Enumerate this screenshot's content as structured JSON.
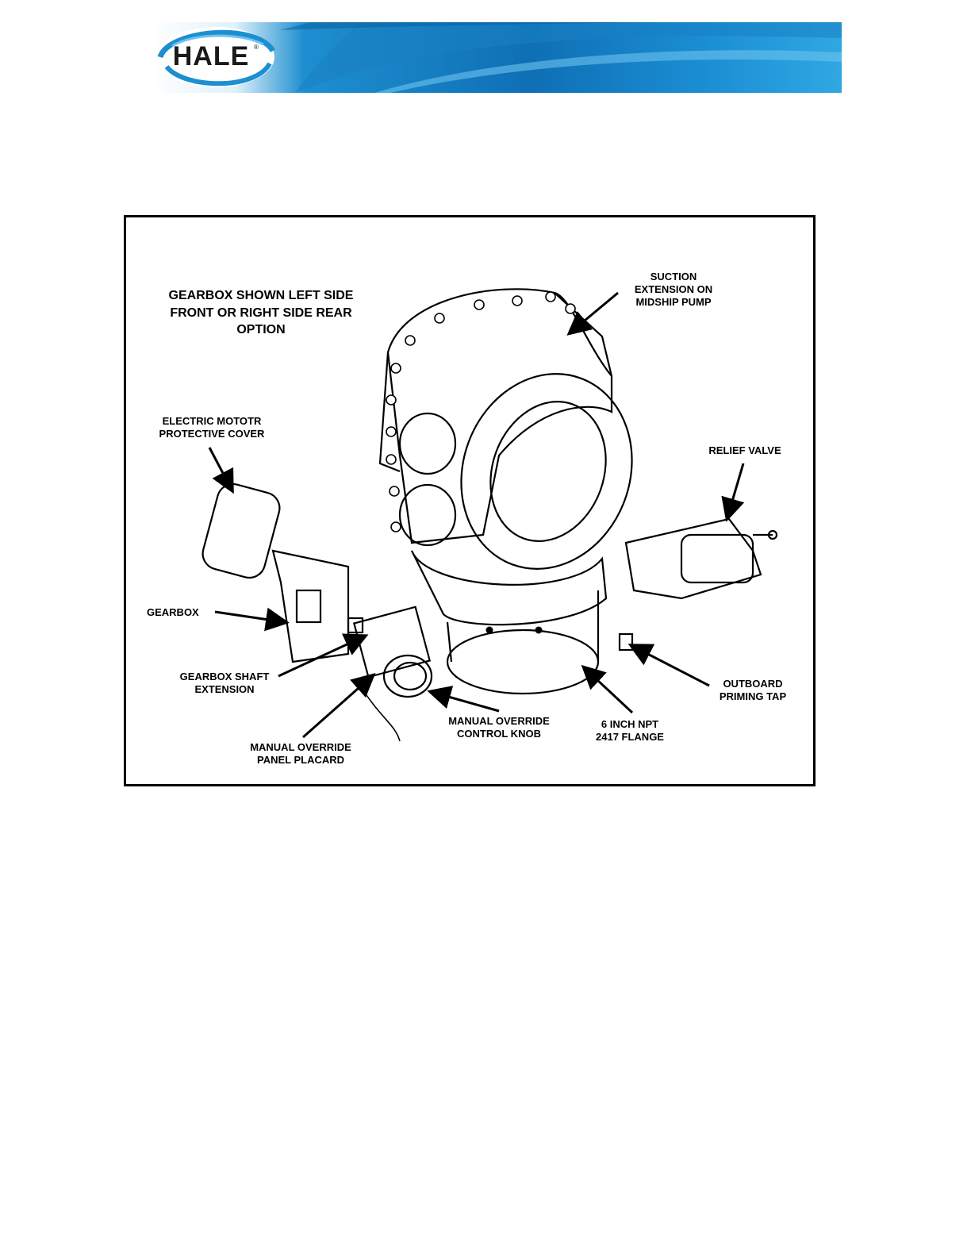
{
  "header": {
    "brand": "HALE",
    "registered": "®"
  },
  "figure": {
    "caption_title": "GEARBOX SHOWN LEFT SIDE\nFRONT OR RIGHT SIDE REAR\nOPTION",
    "labels": {
      "suction_extension": "SUCTION\nEXTENSION ON\nMIDSHIP PUMP",
      "electric_motor_cover": "ELECTRIC MOTOTR\nPROTECTIVE COVER",
      "relief_valve": "RELIEF VALVE",
      "gearbox": "GEARBOX",
      "gearbox_shaft_extension": "GEARBOX SHAFT\nEXTENSION",
      "outboard_priming_tap": "OUTBOARD\nPRIMING TAP",
      "manual_override_control_knob": "MANUAL OVERRIDE\nCONTROL KNOB",
      "flange": "6 INCH NPT\n2417 FLANGE",
      "manual_override_panel_placard": "MANUAL OVERRIDE\nPANEL PLACARD"
    }
  },
  "colors": {
    "header_dark_blue": "#0f6fb5",
    "header_light_blue": "#30a7e3",
    "logo_ring": "#1d8fd0",
    "frame": "#000000"
  }
}
